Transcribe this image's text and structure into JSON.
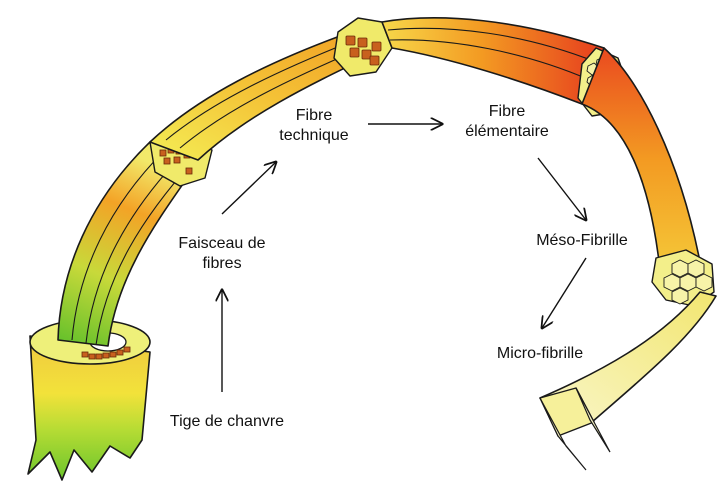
{
  "labels": {
    "stem": "Tige de chanvre",
    "bundle_line1": "Faisceau de",
    "bundle_line2": "fibres",
    "technical_line1": "Fibre",
    "technical_line2": "technique",
    "elementary_line1": "Fibre",
    "elementary_line2": "élémentaire",
    "meso": "Méso-Fibrille",
    "micro": "Micro-fibrille"
  },
  "colors": {
    "green": "#6cc52c",
    "yellow": "#f2ec45",
    "orange": "#f39a1e",
    "red": "#e9431f",
    "pale_yellow": "#f7f3a8",
    "cell": "#c8601e",
    "outline": "#1a1a1a"
  }
}
